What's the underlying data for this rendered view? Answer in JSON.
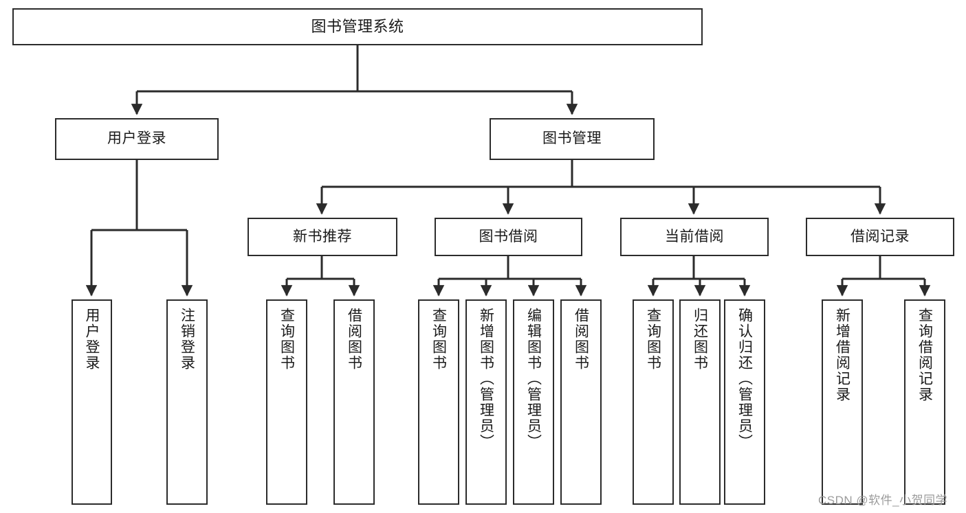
{
  "diagram": {
    "title": "图书管理系统",
    "type": "functional-structure-tree",
    "background_color": "#ffffff",
    "line_color": "#2b2b2b",
    "text_color": "#1a1a1a",
    "watermark": "CSDN @软件_小贺同学",
    "nodes": {
      "root": {
        "label": "图书管理系统"
      },
      "level1": [
        {
          "label": "用户登录"
        },
        {
          "label": "图书管理"
        }
      ],
      "level2": [
        {
          "label": "新书推荐"
        },
        {
          "label": "图书借阅"
        },
        {
          "label": "当前借阅"
        },
        {
          "label": "借阅记录"
        }
      ],
      "login_leaves": [
        {
          "label": "用户登录"
        },
        {
          "label": "注销登录"
        }
      ],
      "newbook_leaves": [
        {
          "label": "查询图书"
        },
        {
          "label": "借阅图书"
        }
      ],
      "borrow_leaves": [
        {
          "label": "查询图书"
        },
        {
          "label": "新增图书（管理员）"
        },
        {
          "label": "编辑图书（管理员）"
        },
        {
          "label": "借阅图书"
        }
      ],
      "current_leaves": [
        {
          "label": "查询图书"
        },
        {
          "label": "归还图书"
        },
        {
          "label": "确认归还（管理员）"
        }
      ],
      "record_leaves": [
        {
          "label": "新增借阅记录"
        },
        {
          "label": "查询借阅记录"
        }
      ]
    }
  }
}
